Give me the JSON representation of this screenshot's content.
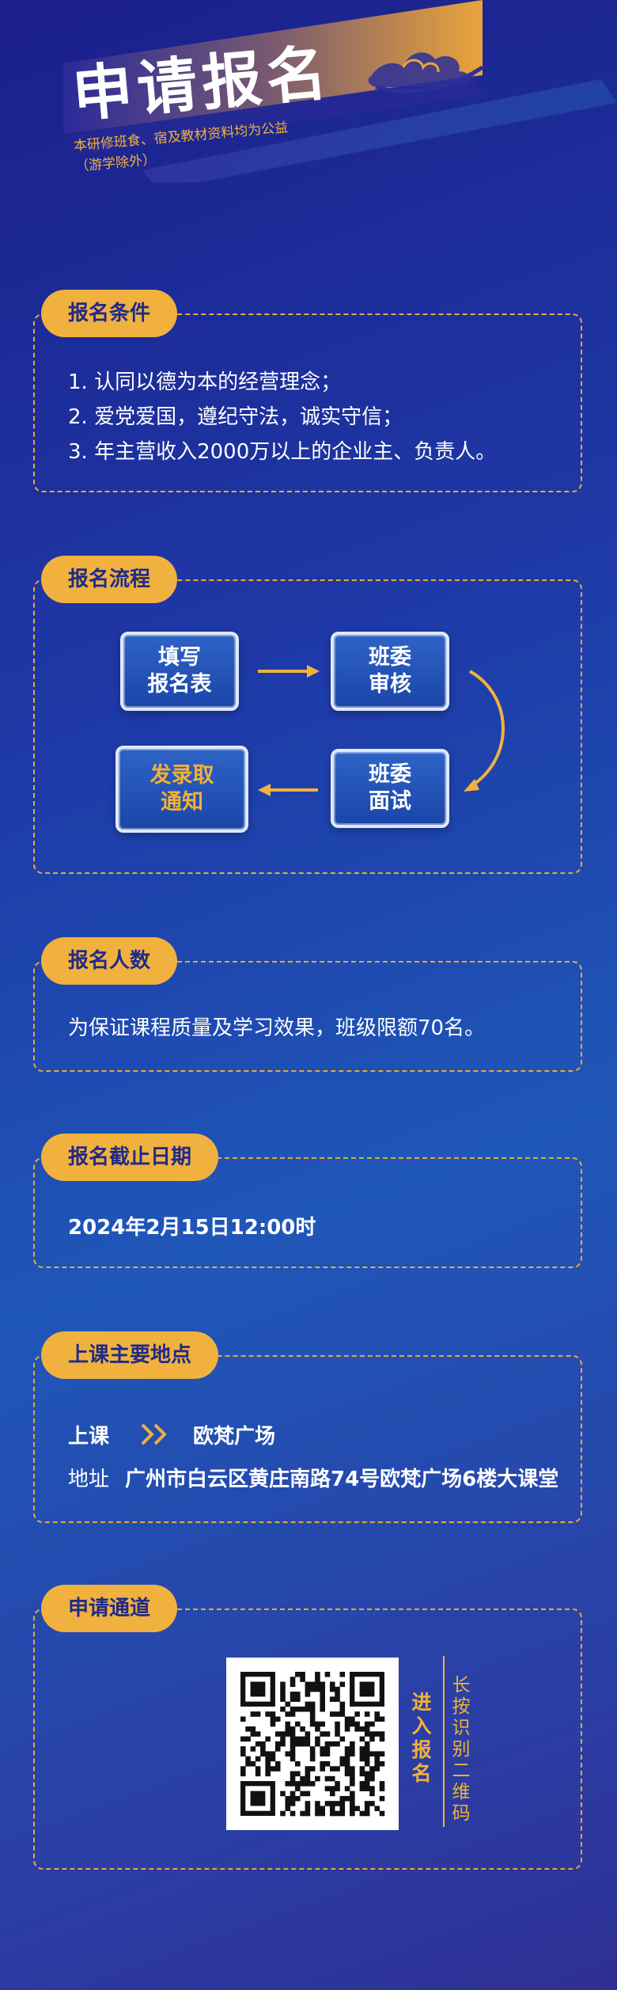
{
  "header": {
    "title": "申请报名",
    "subtitle_line1": "本研修班食、宿及教材资料均为公益",
    "subtitle_line2": "（游学除外）"
  },
  "conditions": {
    "label": "报名条件",
    "items": [
      "1. 认同以德为本的经营理念；",
      "2. 爱党爱国，遵纪守法，诚实守信；",
      "3. 年主营收入2000万以上的企业主、负责人。"
    ]
  },
  "process": {
    "label": "报名流程",
    "steps": [
      {
        "line1": "填写",
        "line2": "报名表"
      },
      {
        "line1": "班委",
        "line2": "审核"
      },
      {
        "line1": "班委",
        "line2": "面试"
      },
      {
        "line1": "发录取",
        "line2": "通知"
      }
    ]
  },
  "quota": {
    "label": "报名人数",
    "text": "为保证课程质量及学习效果，班级限额70名。"
  },
  "deadline": {
    "label": "报名截止日期",
    "text": "2024年2月15日12:00时"
  },
  "venue": {
    "label": "上课主要地点",
    "class_label": "上课",
    "class_value": "欧梵广场",
    "address_label": "地址",
    "address_value": "广州市白云区黄庄南路74号欧梵广场6楼大课堂"
  },
  "apply": {
    "label": "申请通道",
    "enter": "进入报名",
    "scan": "长按识别二维码"
  },
  "colors": {
    "gold": "#f0b13f",
    "background": "#1f3aa8"
  }
}
